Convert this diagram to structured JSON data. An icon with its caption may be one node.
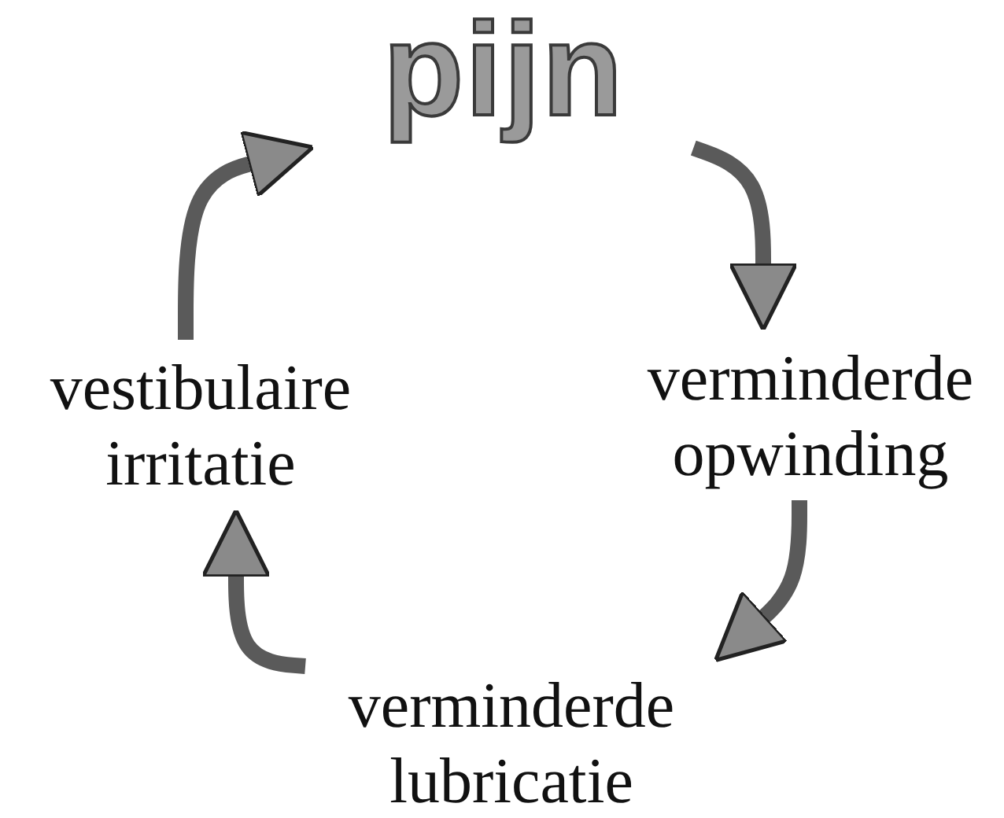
{
  "diagram": {
    "nodes": [
      {
        "text": [
          "pijn"
        ]
      },
      {
        "text": [
          "verminderde opwinding"
        ]
      },
      {
        "text": [
          "verminderde lubricatie"
        ]
      },
      {
        "text": [
          "vestibulaire irritatie"
        ]
      }
    ],
    "edges": [
      {
        "from": 0,
        "to": 1,
        "arrow": "to"
      },
      {
        "from": 1,
        "to": 2,
        "arrow": "to"
      },
      {
        "from": 2,
        "to": 3,
        "arrow": "to"
      },
      {
        "from": 3,
        "to": 0,
        "arrow": "to"
      }
    ]
  }
}
